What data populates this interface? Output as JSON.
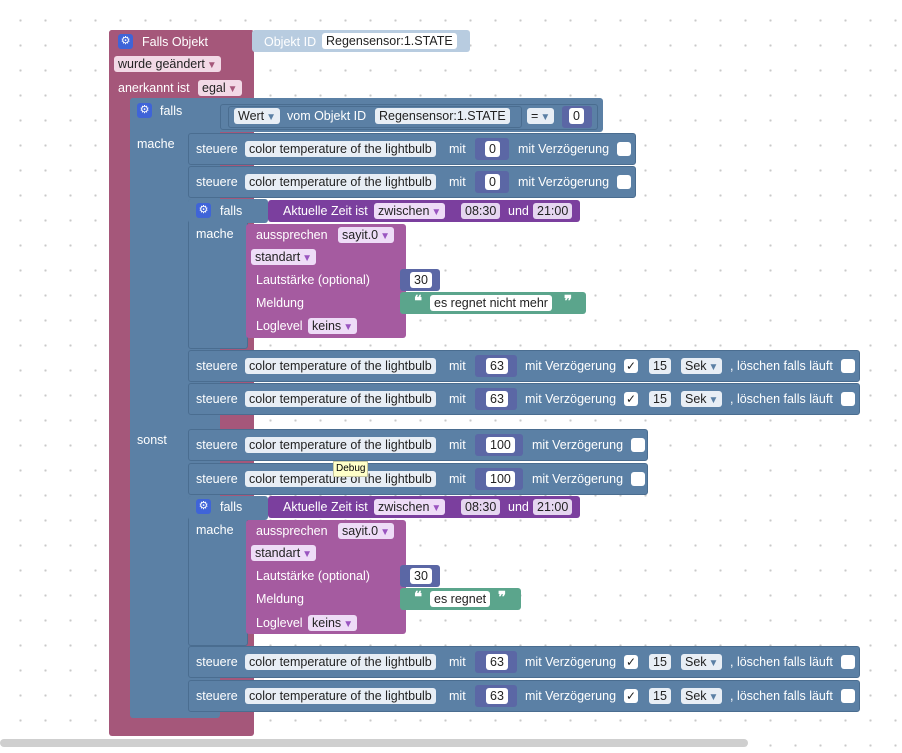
{
  "trigger": {
    "title": "Falls Objekt",
    "changed": "wurde geändert",
    "acknowledged_label": "anerkannt ist",
    "acknowledged_value": "egal",
    "objekt_id_label": "Objekt ID",
    "objekt_id_value": "Regensensor:1.STATE"
  },
  "if_block": {
    "falls": "falls",
    "mache": "mache",
    "sonst": "sonst",
    "wert": "Wert",
    "vom_objekt_id": "vom Objekt ID",
    "objekt_value": "Regensensor:1.STATE",
    "op": "=",
    "compare_value": "0"
  },
  "common": {
    "steuere": "steuere",
    "device": "color temperature of the lightbulb",
    "mit": "mit",
    "mit_verzoegerung": "mit Verzögerung",
    "sek": "Sek",
    "loeschen": ", löschen falls läuft",
    "check": "✓",
    "falls": "falls",
    "mache": "mache",
    "aktuelle_zeit": "Aktuelle Zeit ist",
    "zwischen": "zwischen",
    "und": "und",
    "time_from": "08:30",
    "time_to": "21:00",
    "aussprechen": "aussprechen",
    "sayit": "sayit.0",
    "standart": "standart",
    "lautstaerke": "Lautstärke (optional)",
    "volume": "30",
    "meldung": "Meldung",
    "loglevel": "Loglevel",
    "keins": "keins",
    "open_quote": "❝",
    "close_quote": "❞"
  },
  "then_branch": {
    "val1": "0",
    "val2": "0",
    "message": "es regnet nicht mehr",
    "val3": "63",
    "delay3": "15",
    "val4": "63",
    "delay4": "15"
  },
  "else_branch": {
    "val1": "100",
    "val2": "100",
    "message": "es regnet",
    "val3": "63",
    "delay3": "15",
    "val4": "63",
    "delay4": "15"
  },
  "tooltip": "Debug"
}
